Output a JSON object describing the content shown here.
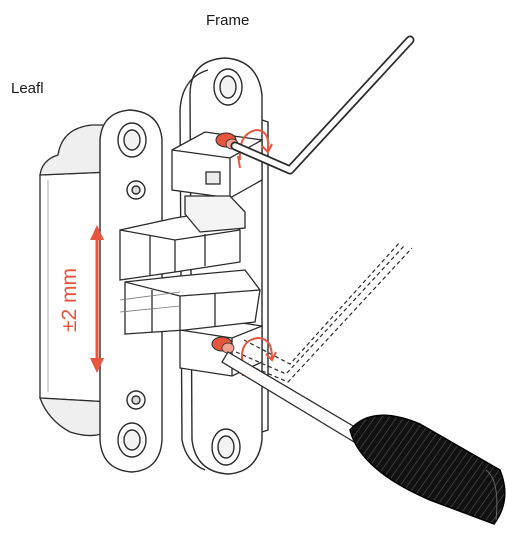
{
  "labels": {
    "frame": "Frame",
    "leaf": "Leafl",
    "adjustment": "±2 mm"
  },
  "colors": {
    "outline": "#2b2b2b",
    "hinge_fill": "#ffffff",
    "shade": "#e9e9e9",
    "accent": "#e8553f",
    "tool_dark": "#111111"
  },
  "icons": {
    "rotate_top": "curved-rotate-arrow",
    "rotate_bottom": "curved-rotate-arrow",
    "adjust": "double-headed-vertical-arrow"
  }
}
